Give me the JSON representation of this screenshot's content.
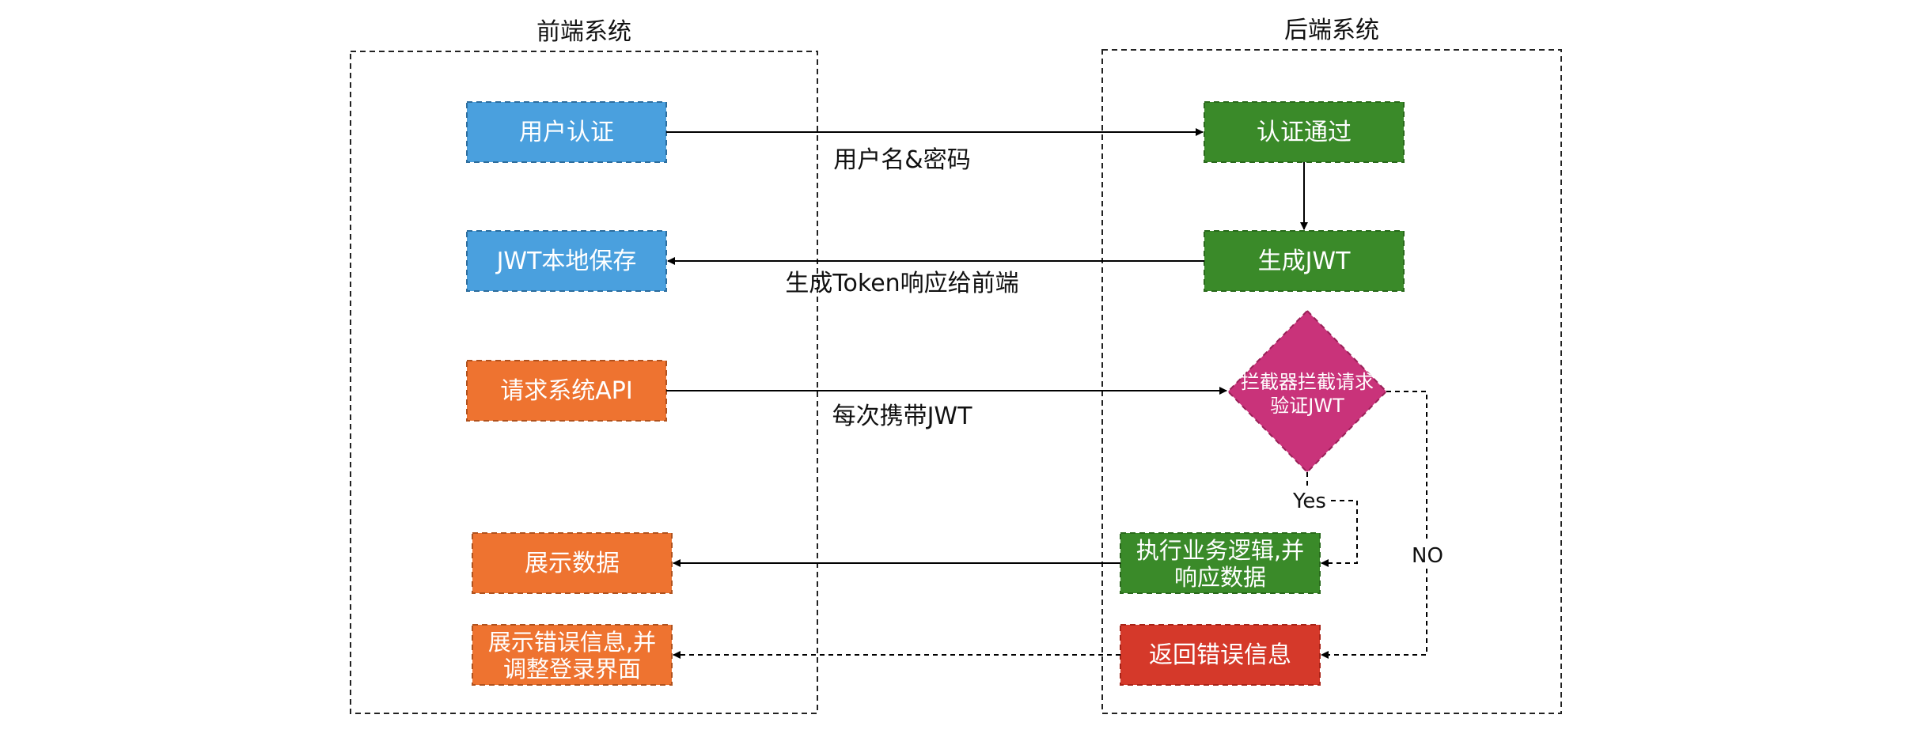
{
  "frontend": {
    "title": "前端系统",
    "user_auth": "用户认证",
    "jwt_local_save": "JWT本地保存",
    "request_api": "请求系统API",
    "show_data": "展示数据",
    "show_error_line1": "展示错误信息,并",
    "show_error_line2": "调整登录界面"
  },
  "backend": {
    "title": "后端系统",
    "auth_pass": "认证通过",
    "gen_jwt": "生成JWT",
    "interceptor_line1": "拦截器拦截请求",
    "interceptor_line2": "验证JWT",
    "exec_line1": "执行业务逻辑,并",
    "exec_line2": "响应数据",
    "return_error": "返回错误信息"
  },
  "edges": {
    "username_password": "用户名&密码",
    "token_response": "生成Token响应给前端",
    "carry_jwt": "每次携带JWT",
    "yes": "Yes",
    "no": "NO"
  },
  "colors": {
    "blue": "#4AA0DE",
    "orange": "#EE7330",
    "green": "#3A8A29",
    "magenta": "#C9337A",
    "red": "#D5392A"
  }
}
